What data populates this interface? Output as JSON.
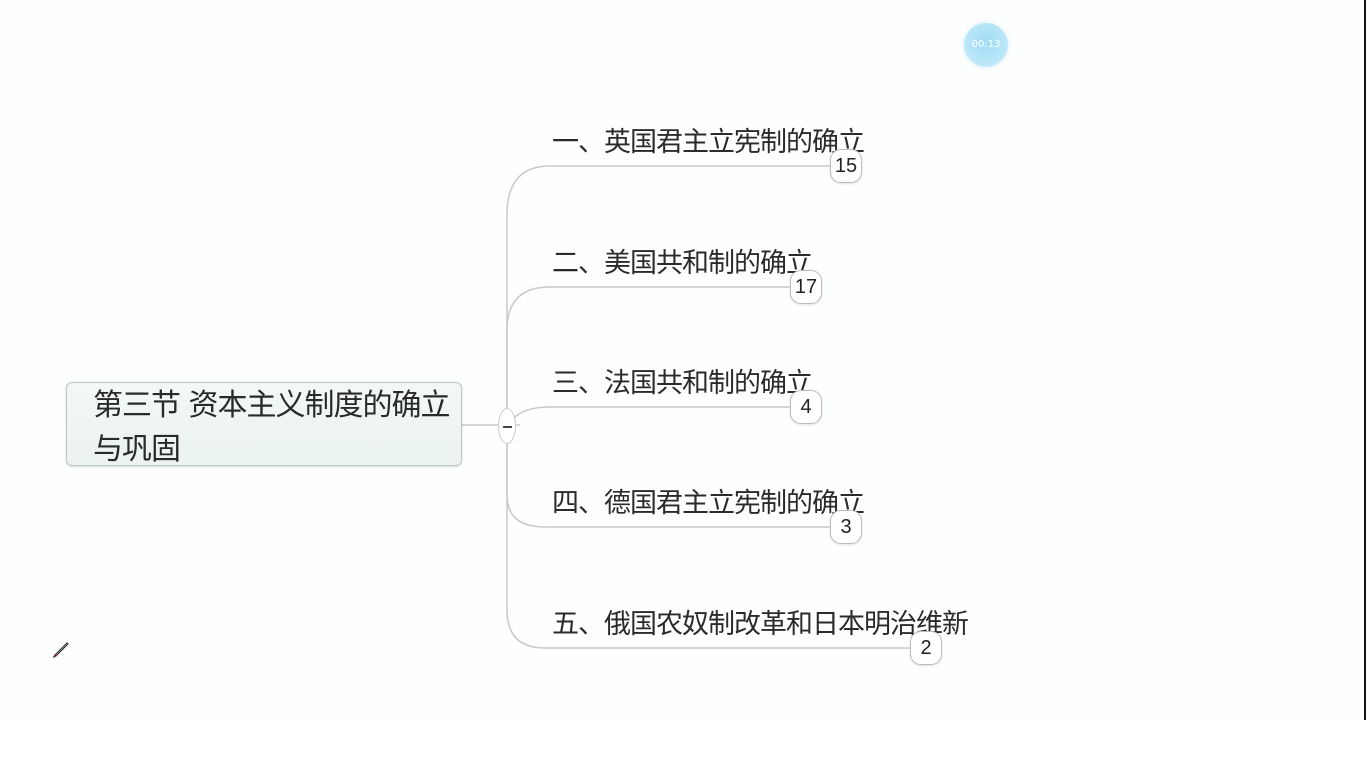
{
  "timer": {
    "label": "00:13"
  },
  "mindmap": {
    "central_topic": "第三节 资本主义制度的确立与巩固",
    "collapse_icon": "minus",
    "branches": [
      {
        "label": "一、英国君主立宪制的确立",
        "count": "15"
      },
      {
        "label": "二、美国共和制的确立",
        "count": "17"
      },
      {
        "label": "三、法国共和制的确立",
        "count": "4"
      },
      {
        "label": "四、德国君主立宪制的确立",
        "count": "3"
      },
      {
        "label": "五、俄国农奴制改革和日本明治维新",
        "count": "2"
      }
    ]
  },
  "colors": {
    "line": "#c9c9c9",
    "central_bg": "#eef5f1",
    "timer_bubble": "#aee0f6",
    "pen_tip": "#8a1a3a"
  }
}
